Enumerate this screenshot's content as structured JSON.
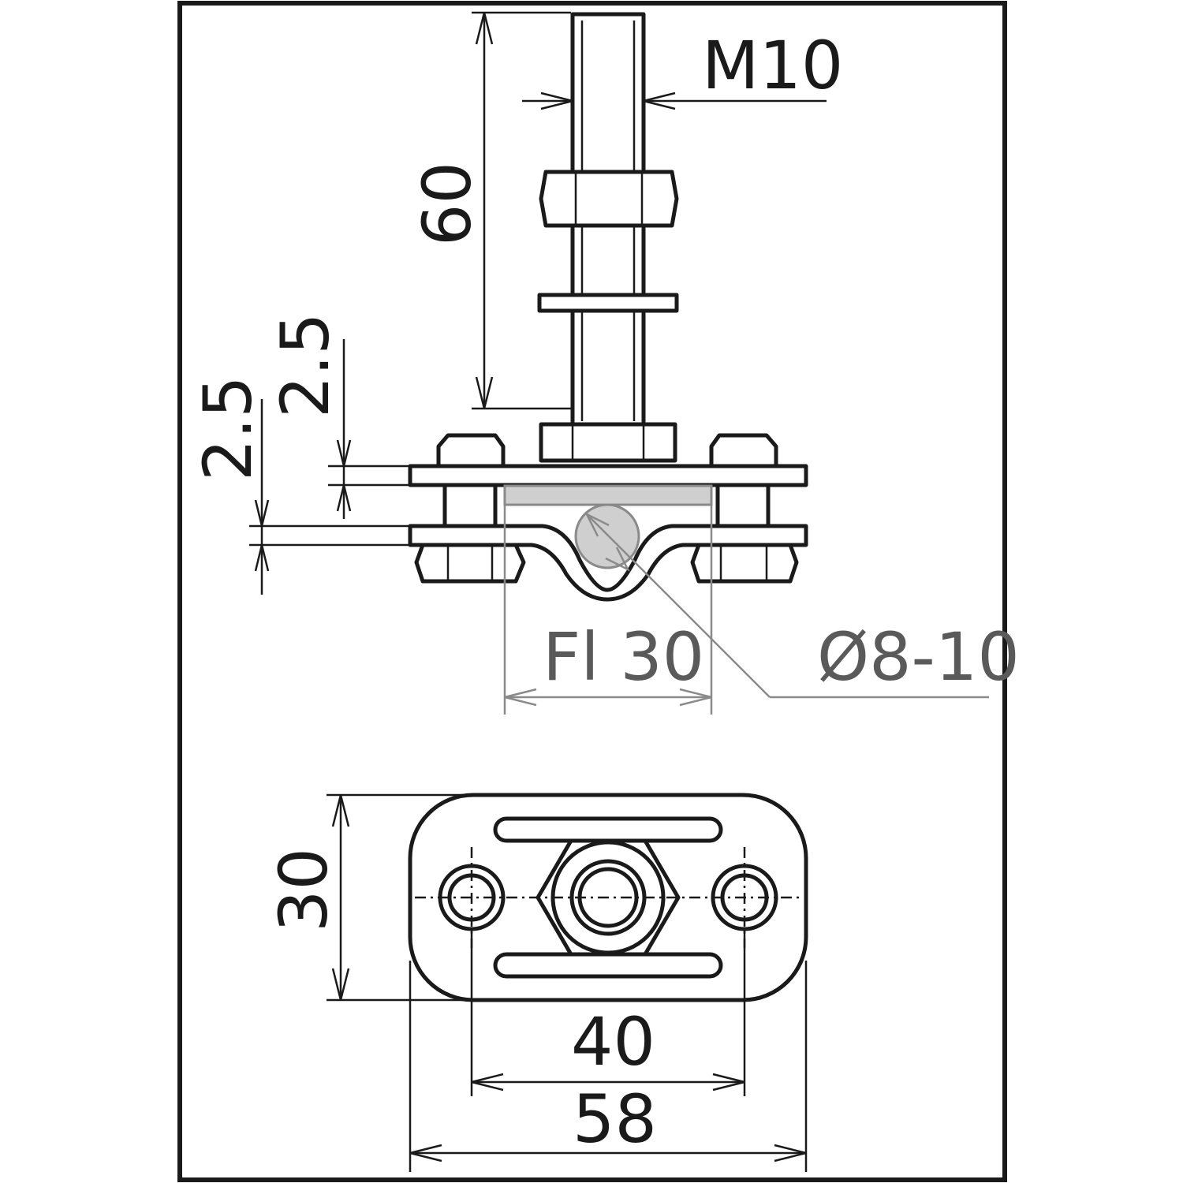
{
  "dimensions": {
    "thread_label": "M10",
    "bolt_length": "60",
    "plate_thickness_top": "2.5",
    "plate_thickness_bottom": "2.5",
    "flat_conductor": "Fl 30",
    "round_conductor": "Ø8-10",
    "plate_height": "30",
    "hole_spacing": "40",
    "plate_width": "58"
  },
  "colors": {
    "line": "#1a1a1a",
    "conductor_fill": "#cfcfcf",
    "conductor_dim": "#5a5a5a"
  }
}
